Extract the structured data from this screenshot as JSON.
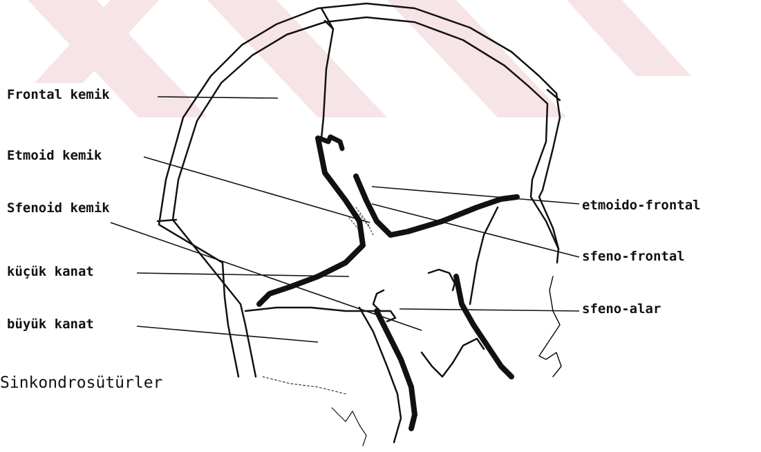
{
  "colors": {
    "ink": "#111111",
    "watermark": "#f6e4e6",
    "background": "#ffffff"
  },
  "watermark_icon": "university-logo-watermark",
  "labels_left": {
    "frontal": "Frontal kemik",
    "etmoid": "Etmoid kemik",
    "sfenoid": "Sfenoid kemik",
    "kucuk_kanat": "küçük kanat",
    "buyuk_kanat": "büyük kanat"
  },
  "labels_right": {
    "etmoido_frontal": "etmoido-frontal",
    "sfeno_frontal": "sfeno-frontal",
    "sfeno_alar": "sfeno-alar"
  },
  "caption": "Sinkondrosütürler"
}
